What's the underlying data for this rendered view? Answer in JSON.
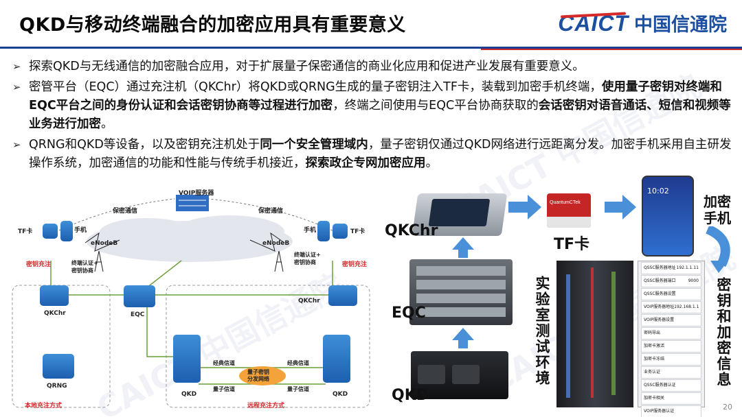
{
  "header": {
    "title": "QKD与移动终端融合的加密应用具有重要意义",
    "logo_en": "CAICT",
    "logo_cn": "中国信通院"
  },
  "bullets": [
    {
      "segments": [
        {
          "t": "探索QKD与无线通信的加密融合应用，对于扩展量子保密通信的商业化应用和促进产业发展有重要意义。",
          "b": false
        }
      ]
    },
    {
      "segments": [
        {
          "t": "密管平台（EQC）通过充注机（QKChr）将QKD或QRNG生成的量子密钥注入TF卡，装载到加密手机终端，",
          "b": false
        },
        {
          "t": "使用量子密钥对终端和EQC平台之间的身份认证和会话密钥协商等过程进行加密",
          "b": true
        },
        {
          "t": "，终端之间使用与EQC平台协商获取的",
          "b": false
        },
        {
          "t": "会话密钥对语音通话、短信和视频等业务进行加密",
          "b": true
        },
        {
          "t": "。",
          "b": false
        }
      ]
    },
    {
      "segments": [
        {
          "t": "QRNG和QKD等设备，以及密钥充注机处于",
          "b": false
        },
        {
          "t": "同一个安全管理域内",
          "b": true
        },
        {
          "t": "，量子密钥仅通过QKD网络进行远距离分发。加密手机采用自主研发操作系统，加密通信的功能和性能与传统手机接近，",
          "b": false
        },
        {
          "t": "探索政企专网加密应用",
          "b": true
        },
        {
          "t": "。",
          "b": false
        }
      ]
    }
  ],
  "watermark": "CAICT 中国信通院",
  "diagram": {
    "voip": "VOIP服务器",
    "secure_comm_left": "保密通信",
    "secure_comm_right": "保密通信",
    "tf_left": "TF卡",
    "tf_right": "TF卡",
    "phone_left": "手机",
    "phone_right": "手机",
    "enodeb_left": "eNodeB",
    "enodeb_right": "eNodeB",
    "key_fill_left": "密钥充注",
    "key_fill_right": "密钥充注",
    "auth_left": "终端认证+\n密钥协商",
    "auth_right": "终端认证+\n密钥协商",
    "qkchr_left": "QKChr",
    "qkchr_right": "QKChr",
    "eqc": "EQC",
    "qrng": "QRNG",
    "qkd_left": "QKD",
    "qkd_right": "QKD",
    "classic_top": "经典信道",
    "classic_bottom": "经典信道",
    "quantum_left": "量子信道",
    "quantum_right": "量子信道",
    "qnet": "量子密钥\n分发网络",
    "local_mode": "本地充注方式",
    "remote_mode": "远程充注方式"
  },
  "right": {
    "qkchr": "QKChr",
    "eqc": "EQC",
    "qkd": "QKD",
    "tf": "TF卡",
    "phone": "加密\n手机",
    "lab": "实验室测试环境",
    "key_info": "密钥和加密信息",
    "tf_brand": "QuantumCTek",
    "phone_time": "10:02",
    "menu": [
      "QSSC服务器地址",
      "QSSC服务器端口",
      "QSSC服务器设置",
      "VOIP服务器地址",
      "VOIP服务器设置",
      "密码导出",
      "加密卡激活",
      "加密卡冻结",
      "业务认证",
      "QSSC服务器认证",
      "加密卡相关",
      "VOIP服务器认证"
    ],
    "menu_values": [
      "192.1.1.11",
      "9000",
      "",
      "192.168.1.1",
      "",
      "",
      "",
      "",
      "",
      "",
      "",
      ""
    ]
  },
  "page_number": "20"
}
